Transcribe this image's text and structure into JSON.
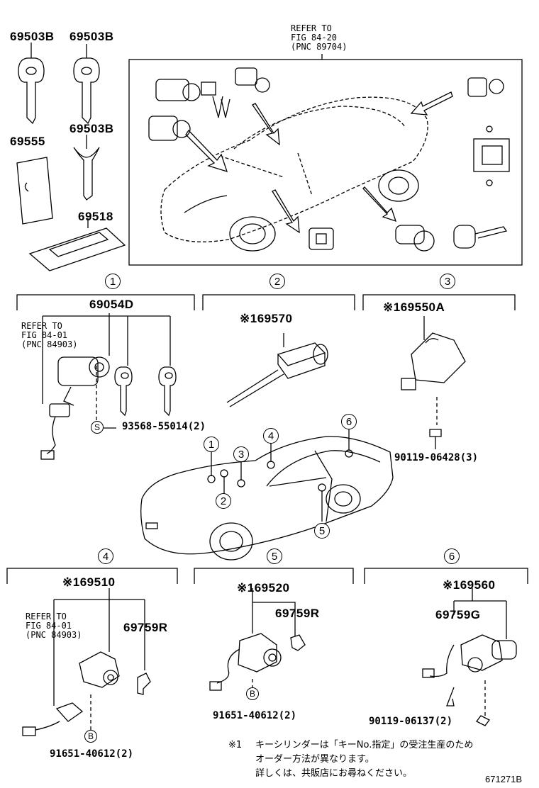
{
  "keys": {
    "key_a": "69503B",
    "key_b": "69503B",
    "key_c": "69503B",
    "plate": "69555",
    "tray": "69518"
  },
  "refer_top": {
    "line1": "REFER TO",
    "line2": "FIG 84-20",
    "line3": "(PNC 89704)"
  },
  "sections": [
    {
      "num": "1",
      "part": "69054D"
    },
    {
      "num": "2",
      "part": "※169570"
    },
    {
      "num": "3",
      "part": "※169550A"
    },
    {
      "num": "4",
      "part": "※169510"
    },
    {
      "num": "5",
      "part": "※169520"
    },
    {
      "num": "6",
      "part": "※169560"
    }
  ],
  "refer_s1": {
    "line1": "REFER TO",
    "line2": "FIG 84-01",
    "line3": "(PNC 84903)"
  },
  "refer_s4": {
    "line1": "REFER TO",
    "line2": "FIG 84-01",
    "line3": "(PNC 84903)"
  },
  "labels": {
    "bolt_s1": "93568-55014(2)",
    "bolt_s3": "90119-06428(3)",
    "cyl_s4": "69759R",
    "clip_s5": "69759R",
    "cyl_s6": "69759G",
    "bolt_s4": "91651-40612(2)",
    "bolt_s5": "91651-40612(2)",
    "bolt_s6": "90119-06137(2)",
    "mark_s": "S",
    "mark_b4": "B",
    "mark_b5": "B"
  },
  "car_markers": [
    "1",
    "2",
    "3",
    "4",
    "5",
    "6"
  ],
  "footnote": {
    "mark": "※1",
    "line1": "キーシリンダーは「キーNo.指定」の受注生産のため",
    "line2": "オーダー方法が異なります。",
    "line3": "詳しくは、共販店にお尋ねください。"
  },
  "figure_id": "671271B"
}
